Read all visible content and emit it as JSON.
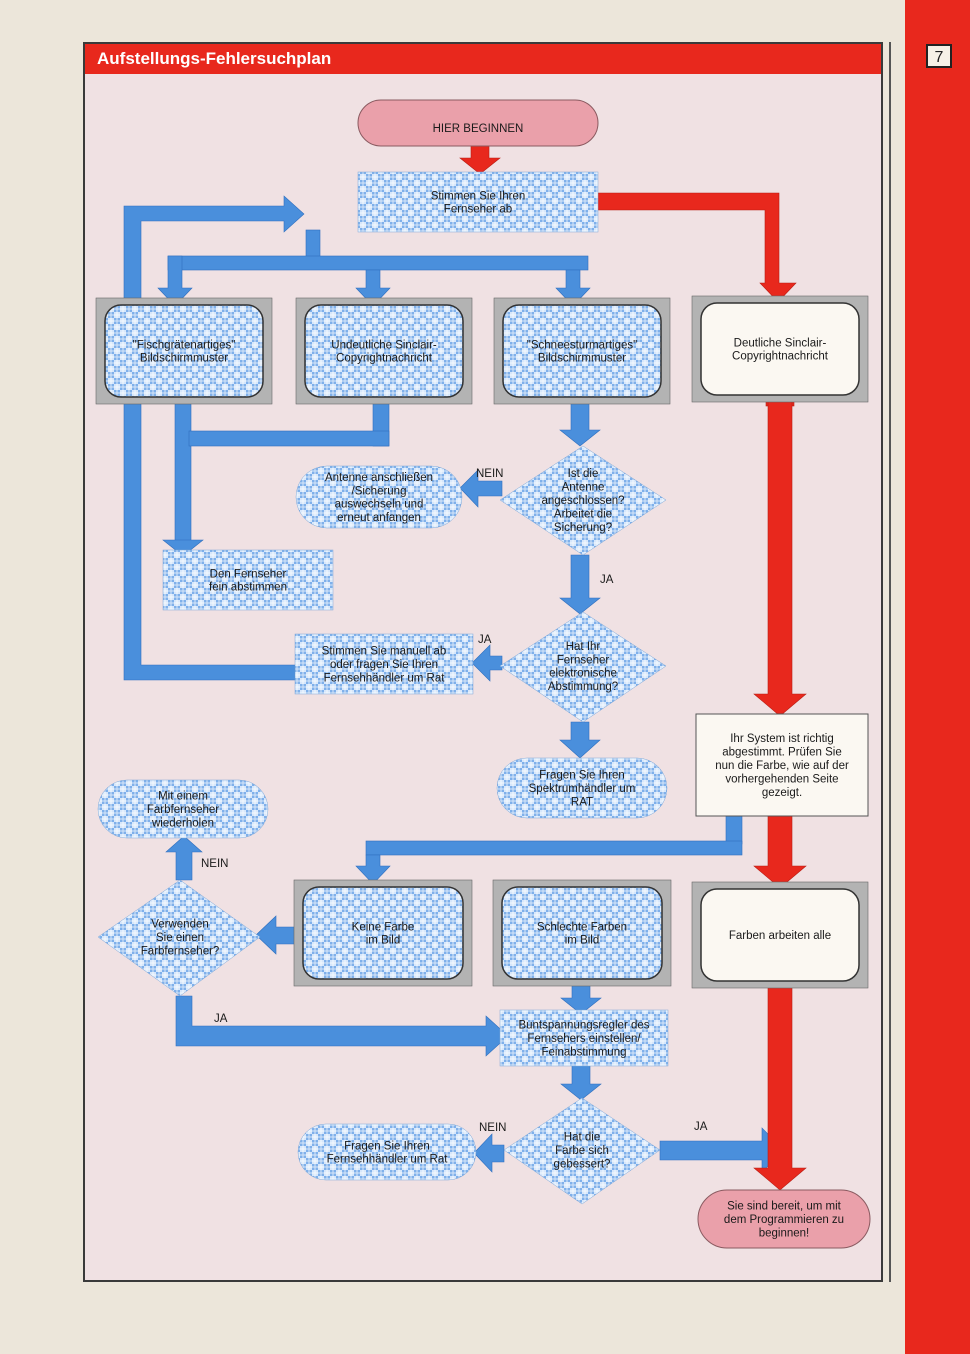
{
  "page": {
    "title": "Aufstellungs-Fehlersuchplan",
    "page_number": "7"
  },
  "colors": {
    "red": "#e8281d",
    "blue": "#4a8fdc",
    "check_blue": "#7fb0ea",
    "pink": "#eaa0aa",
    "tv_frame": "#b3b3b3",
    "paper": "#f0e1e3"
  },
  "flow": {
    "start": [
      "HIER BEGINNEN"
    ],
    "tune": [
      "Stimmen Sie Ihren",
      "Fernseher ab"
    ],
    "herringbone": [
      "\"Fischgrätenartiges\"",
      "Bildschirmmuster"
    ],
    "unclear_copyright": [
      "Undeutliche Sinclair-",
      "Copyrightnachricht"
    ],
    "snowstorm": [
      "\"Schneesturmartiges\"",
      "Bildschirmmuster"
    ],
    "clear_copyright": [
      "Deutliche Sinclair-",
      "Copyrightnachricht"
    ],
    "antenna_question": [
      "Ist die",
      "Antenne",
      "angeschlossen?",
      "Arbeitet die",
      "Sicherung?"
    ],
    "connect_antenna": [
      "Antenne anschließen",
      "/Sicherung",
      "auswechseln und",
      "erneut anfangen"
    ],
    "fine_tune": [
      "Den Fernseher",
      "fein abstimmen"
    ],
    "electronic_question": [
      "Hat Ihr",
      "Fernseher",
      "elektronische",
      "Abstimmung?"
    ],
    "manual_tune": [
      "Stimmen Sie manuell ab",
      "oder fragen Sie Ihren",
      "Fernsehhändler um Rat"
    ],
    "ask_spectrum": [
      "Fragen Sie Ihren",
      "Spektrumhändler um",
      "RAT"
    ],
    "system_ok": [
      "Ihr System ist richtig",
      "abgestimmt. Prüfen Sie",
      "nun die Farbe, wie auf der",
      "vorhergehenden Seite",
      "gezeigt."
    ],
    "repeat_color": [
      "Mit einem",
      "Farbfernseher",
      "wiederholen"
    ],
    "color_tv_question": [
      "Verwenden",
      "Sie einen",
      "Farbfernseher?"
    ],
    "no_color": [
      "Keine Farbe",
      "im Bild"
    ],
    "bad_colors": [
      "Schlechte Farben",
      "im Bild"
    ],
    "colors_ok": [
      "Farben arbeiten alle"
    ],
    "adjust": [
      "Buntspannungsregler des",
      "Fernsehers einstellen/",
      "Feinabstimmung"
    ],
    "improved_question": [
      "Hat die",
      "Farbe sich",
      "gebessert?"
    ],
    "ask_dealer": [
      "Fragen Sie Ihren",
      "Fernsehhändler um Rat"
    ],
    "ready": [
      "Sie sind bereit, um mit",
      "dem Programmieren zu",
      "beginnen!"
    ]
  },
  "flags": {
    "nein_antenna": "NEIN",
    "ja_antenna": "JA",
    "ja_electronic": "JA",
    "nein_color_tv": "NEIN",
    "ja_color_tv": "JA",
    "nein_improved": "NEIN",
    "ja_improved": "JA"
  }
}
